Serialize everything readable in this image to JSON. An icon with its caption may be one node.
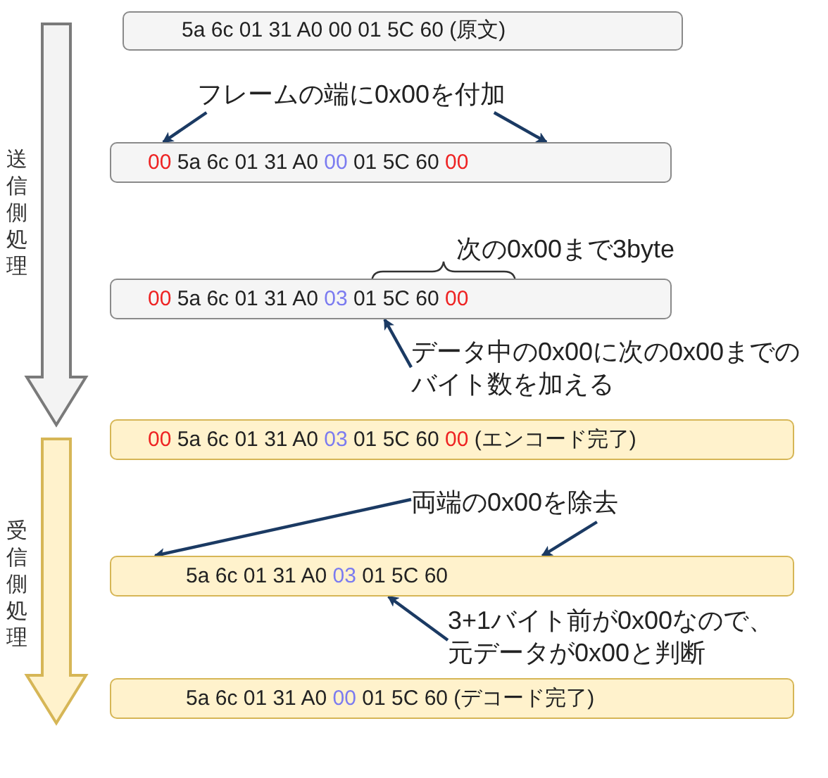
{
  "diagram": {
    "nodes": [
      {
        "text": [
          "5a 6c 01 31 A0 00 01 5C 60 (原文)"
        ]
      },
      {
        "text": [
          "フレームの端に0x00を付加"
        ]
      },
      {
        "text": [
          "00 5a 6c 01 31 A0 00 01 5C 60 00"
        ]
      },
      {
        "text": [
          "00 5a 6c 01 31 A0 03 01 5C 60 00"
        ]
      },
      {
        "text": [
          "データ中の0x00に次の0x00までのバイト数を加える"
        ]
      },
      {
        "text": [
          "00 5a 6c 01 31 A0 03 01 5C 60 00 (エンコード完了)"
        ]
      },
      {
        "text": [
          "両端の0x00を除去"
        ]
      },
      {
        "text": [
          "5a 6c 01 31 A0 03 01 5C 60"
        ]
      },
      {
        "text": [
          "3+1バイト前が0x00なので、元データが0x00と判断"
        ]
      },
      {
        "text": [
          "5a 6c 01 31 A0 00 01 5C 60 (デコード完了)"
        ]
      },
      {
        "text": [
          "送信側処理"
        ]
      },
      {
        "text": [
          "受信側処理"
        ]
      }
    ],
    "edges": [
      {
        "from": 1,
        "to": 2,
        "arrow": "to"
      },
      {
        "from": 1,
        "to": 2,
        "arrow": "to"
      },
      {
        "from": 4,
        "to": 3,
        "arrow": "to"
      },
      {
        "from": 6,
        "to": 7,
        "arrow": "to"
      },
      {
        "from": 6,
        "to": 7,
        "arrow": "to"
      },
      {
        "from": 8,
        "to": 7,
        "arrow": "to"
      }
    ],
    "labels": [
      "次の0x00まで3byte"
    ]
  }
}
